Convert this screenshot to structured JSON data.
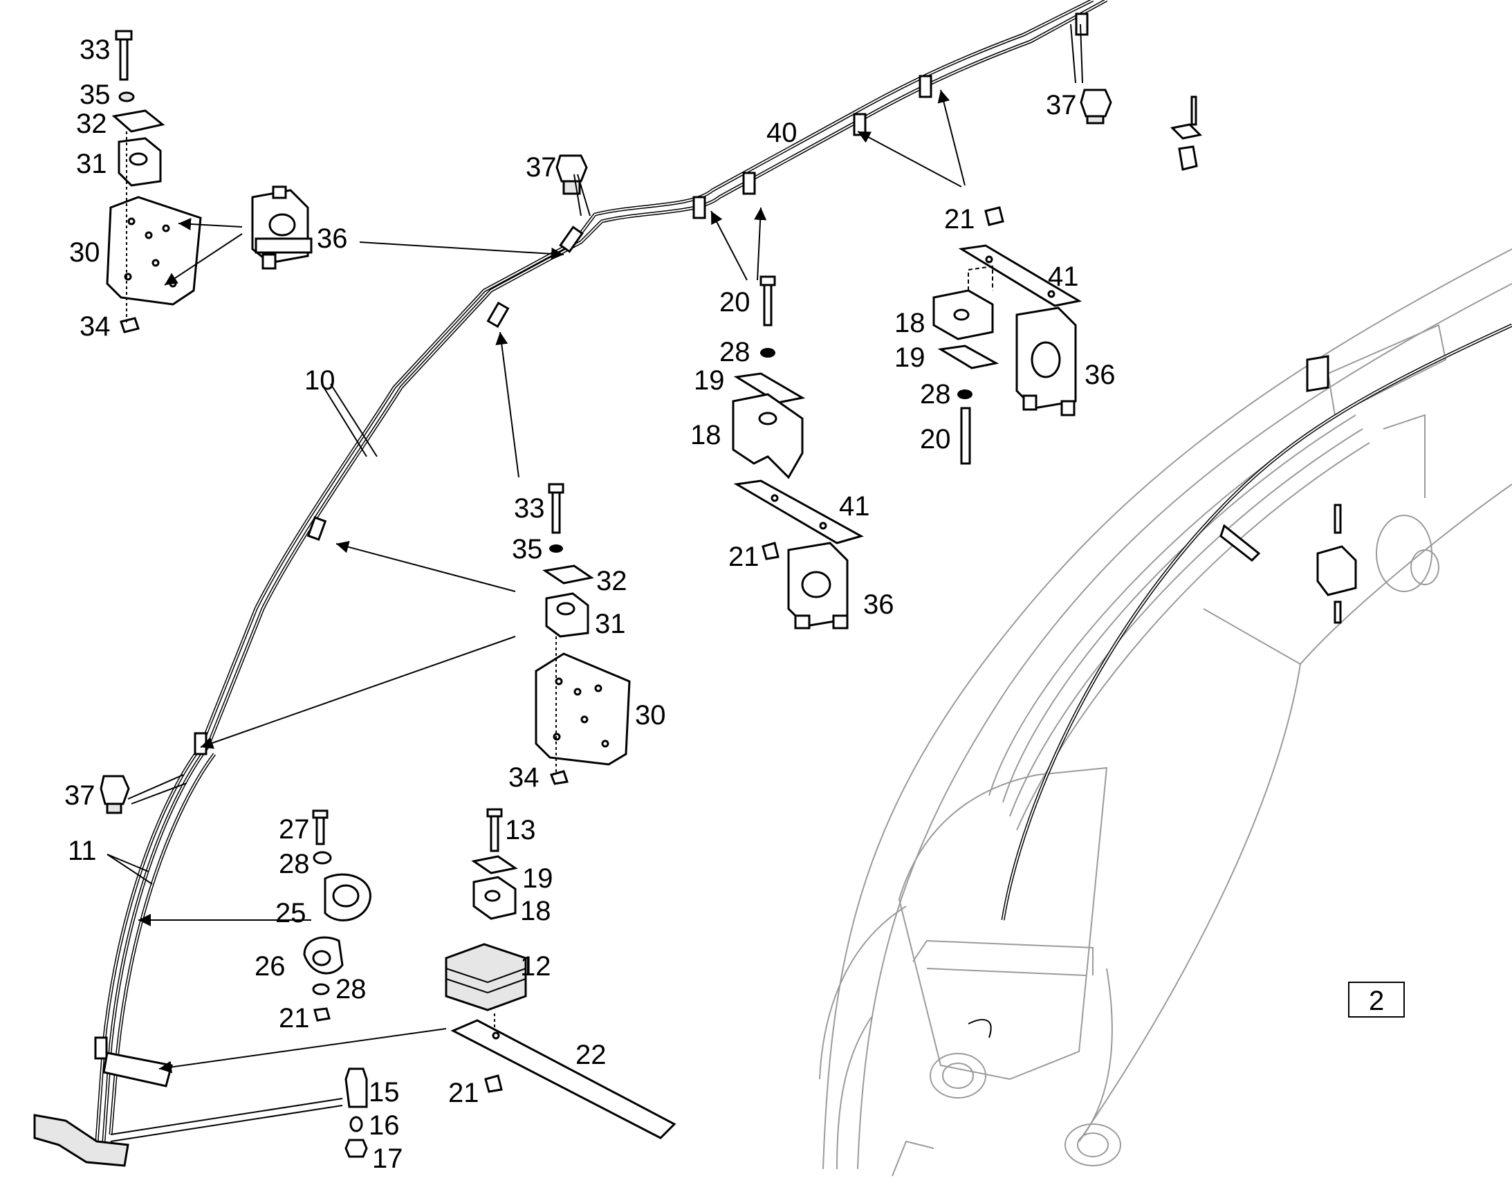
{
  "diagram": {
    "callouts": [
      {
        "id": "c-33a",
        "text": "33"
      },
      {
        "id": "c-35a",
        "text": "35"
      },
      {
        "id": "c-32a",
        "text": "32"
      },
      {
        "id": "c-31a",
        "text": "31"
      },
      {
        "id": "c-30a",
        "text": "30"
      },
      {
        "id": "c-34a",
        "text": "34"
      },
      {
        "id": "c-36a",
        "text": "36"
      },
      {
        "id": "c-37a",
        "text": "37"
      },
      {
        "id": "c-40",
        "text": "40"
      },
      {
        "id": "c-37b",
        "text": "37"
      },
      {
        "id": "c-21a",
        "text": "21"
      },
      {
        "id": "c-41a",
        "text": "41"
      },
      {
        "id": "c-18a",
        "text": "18"
      },
      {
        "id": "c-19a",
        "text": "19"
      },
      {
        "id": "c-36b",
        "text": "36"
      },
      {
        "id": "c-28a",
        "text": "28"
      },
      {
        "id": "c-20a",
        "text": "20"
      },
      {
        "id": "c-20b",
        "text": "20"
      },
      {
        "id": "c-28b",
        "text": "28"
      },
      {
        "id": "c-19b",
        "text": "19"
      },
      {
        "id": "c-18b",
        "text": "18"
      },
      {
        "id": "c-41b",
        "text": "41"
      },
      {
        "id": "c-21b",
        "text": "21"
      },
      {
        "id": "c-36c",
        "text": "36"
      },
      {
        "id": "c-10",
        "text": "10"
      },
      {
        "id": "c-33b",
        "text": "33"
      },
      {
        "id": "c-35b",
        "text": "35"
      },
      {
        "id": "c-32b",
        "text": "32"
      },
      {
        "id": "c-31b",
        "text": "31"
      },
      {
        "id": "c-30b",
        "text": "30"
      },
      {
        "id": "c-34b",
        "text": "34"
      },
      {
        "id": "c-37c",
        "text": "37"
      },
      {
        "id": "c-11",
        "text": "11"
      },
      {
        "id": "c-27",
        "text": "27"
      },
      {
        "id": "c-28c",
        "text": "28"
      },
      {
        "id": "c-25",
        "text": "25"
      },
      {
        "id": "c-26",
        "text": "26"
      },
      {
        "id": "c-28d",
        "text": "28"
      },
      {
        "id": "c-21c",
        "text": "21"
      },
      {
        "id": "c-13",
        "text": "13"
      },
      {
        "id": "c-19c",
        "text": "19"
      },
      {
        "id": "c-18c",
        "text": "18"
      },
      {
        "id": "c-12",
        "text": "12"
      },
      {
        "id": "c-22",
        "text": "22"
      },
      {
        "id": "c-21d",
        "text": "21"
      },
      {
        "id": "c-15",
        "text": "15"
      },
      {
        "id": "c-16",
        "text": "16"
      },
      {
        "id": "c-17",
        "text": "17"
      }
    ],
    "view_number": "2"
  }
}
